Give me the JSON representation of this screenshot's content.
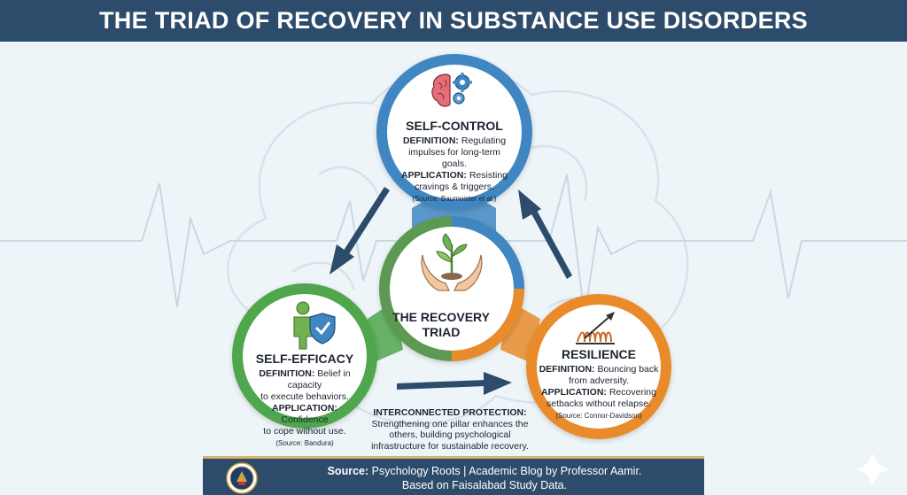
{
  "title": "THE TRIAD OF RECOVERY IN SUBSTANCE USE DISORDERS",
  "center": {
    "title_line1": "THE RECOVERY",
    "title_line2": "TRIAD"
  },
  "self_control": {
    "heading": "SELF-CONTROL",
    "def_label": "DEFINITION:",
    "def_line1": "Regulating",
    "def_line2": "impulses for long-term goals.",
    "app_label": "APPLICATION:",
    "app_line1": "Resisting",
    "app_line2": "cravings & triggers.",
    "source": "(Source: Baumeister et al.)"
  },
  "self_efficacy": {
    "heading": "SELF-EFFICACY",
    "def_label": "DEFINITION:",
    "def_line1": "Belief in capacity",
    "def_line2": "to execute behaviors.",
    "app_label": "APPLICATION:",
    "app_line1": "Confidence",
    "app_line2": "to cope without use.",
    "source": "(Source: Bandura)"
  },
  "resilience": {
    "heading": "RESILIENCE",
    "def_label": "DEFINITION:",
    "def_line1": "Bouncing back",
    "def_line2": "from adversity.",
    "app_label": "APPLICATION:",
    "app_line1": "Recovering",
    "app_line2": "setbacks without relapse.",
    "source": "(Source: Connor-Davidson)"
  },
  "interconnected": {
    "heading": "INTERCONNECTED PROTECTION:",
    "line1": "Strengthening one pillar enhances the",
    "line2": "others, building psychological",
    "line3": "infrastructure for sustainable recovery."
  },
  "footer": {
    "source_label": "Source:",
    "line1": "Psychology Roots | Academic Blog by Professor Aamir.",
    "line2": "Based on Faisalabad Study Data."
  },
  "colors": {
    "header_bg": "#2d4b6b",
    "self_control": "#3f86c2",
    "self_efficacy": "#4fa64d",
    "resilience": "#e98b2a",
    "arrow": "#2d4b6b"
  },
  "icons": [
    "brain-gears-icon",
    "hands-sprout-icon",
    "person-shield-icon",
    "spring-arrow-icon",
    "university-seal-icon"
  ]
}
